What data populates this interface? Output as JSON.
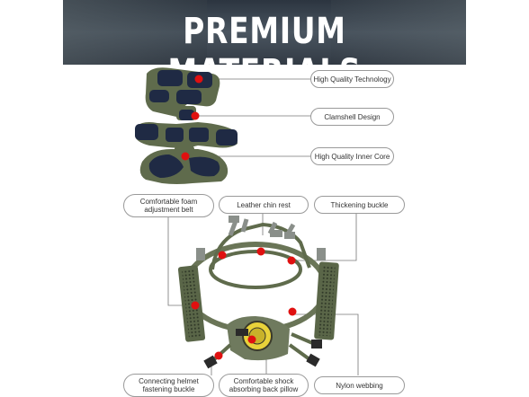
{
  "banner": {
    "title": "PREMIUM MATERIALS"
  },
  "labels": {
    "high_quality_technology": "High Quality Technology",
    "clamshell_design": "Clamshell Design",
    "high_quality_inner_core": "High Quality Inner Core",
    "foam_belt_line1": "Comfortable foam",
    "foam_belt_line2": "adjustment belt",
    "leather_chin_rest": "Leather chin rest",
    "thickening_buckle": "Thickening buckle",
    "connecting_line1": "Connecting helmet",
    "connecting_line2": "fastening buckle",
    "pillow_line1": "Comfortable shock",
    "pillow_line2": "absorbing back pillow",
    "nylon_webbing": "Nylon webbing"
  },
  "colors": {
    "pad_green": "#5f6b4c",
    "foam_navy": "#1f2a44",
    "dot_red": "#e01010",
    "buckle_gray": "#8a8f8a",
    "yellow_knob": "#e8d23a"
  },
  "icons": [
    "pad-icon",
    "suspension-harness-icon",
    "callout-dot-icon"
  ]
}
